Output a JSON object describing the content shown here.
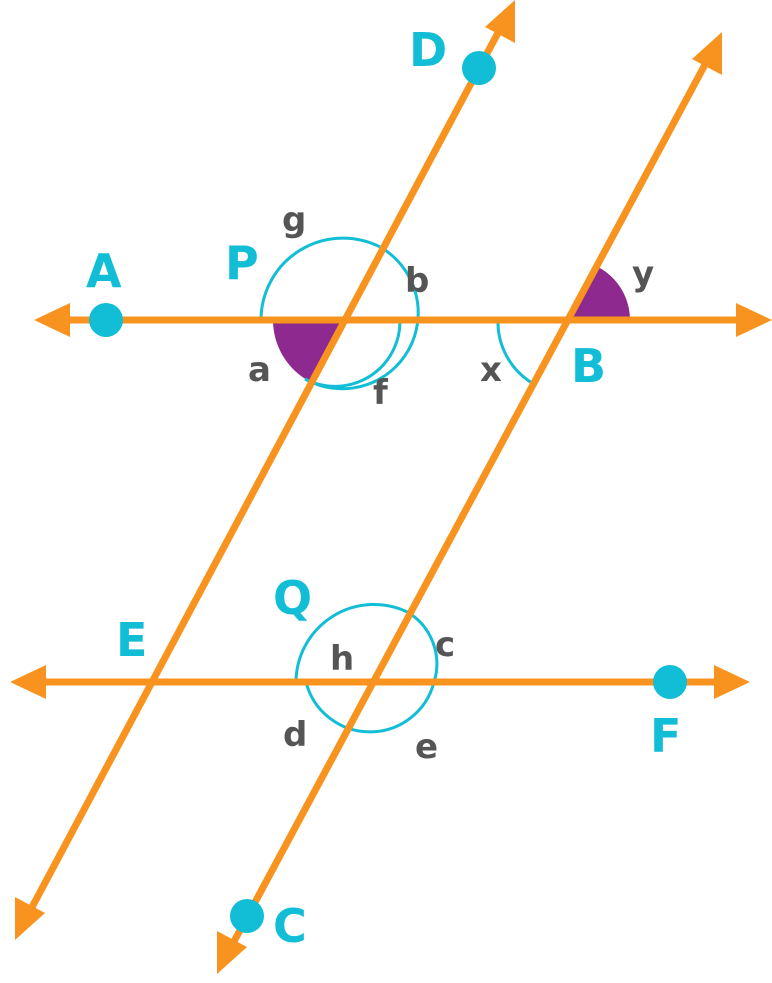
{
  "colors": {
    "line": "#F7931E",
    "point": "#12BDD6",
    "arc": "#12BDD6",
    "filled_angle": "#8E2A8F",
    "angle_label": "#555555",
    "point_label": "#12BDD6"
  },
  "points": {
    "A": "A",
    "B": "B",
    "C": "C",
    "D": "D",
    "E": "E",
    "F": "F",
    "P": "P",
    "Q": "Q"
  },
  "angles": {
    "a": "a",
    "b": "b",
    "c": "c",
    "d": "d",
    "e": "e",
    "f": "f",
    "g": "g",
    "h": "h",
    "x": "x",
    "y": "y"
  }
}
